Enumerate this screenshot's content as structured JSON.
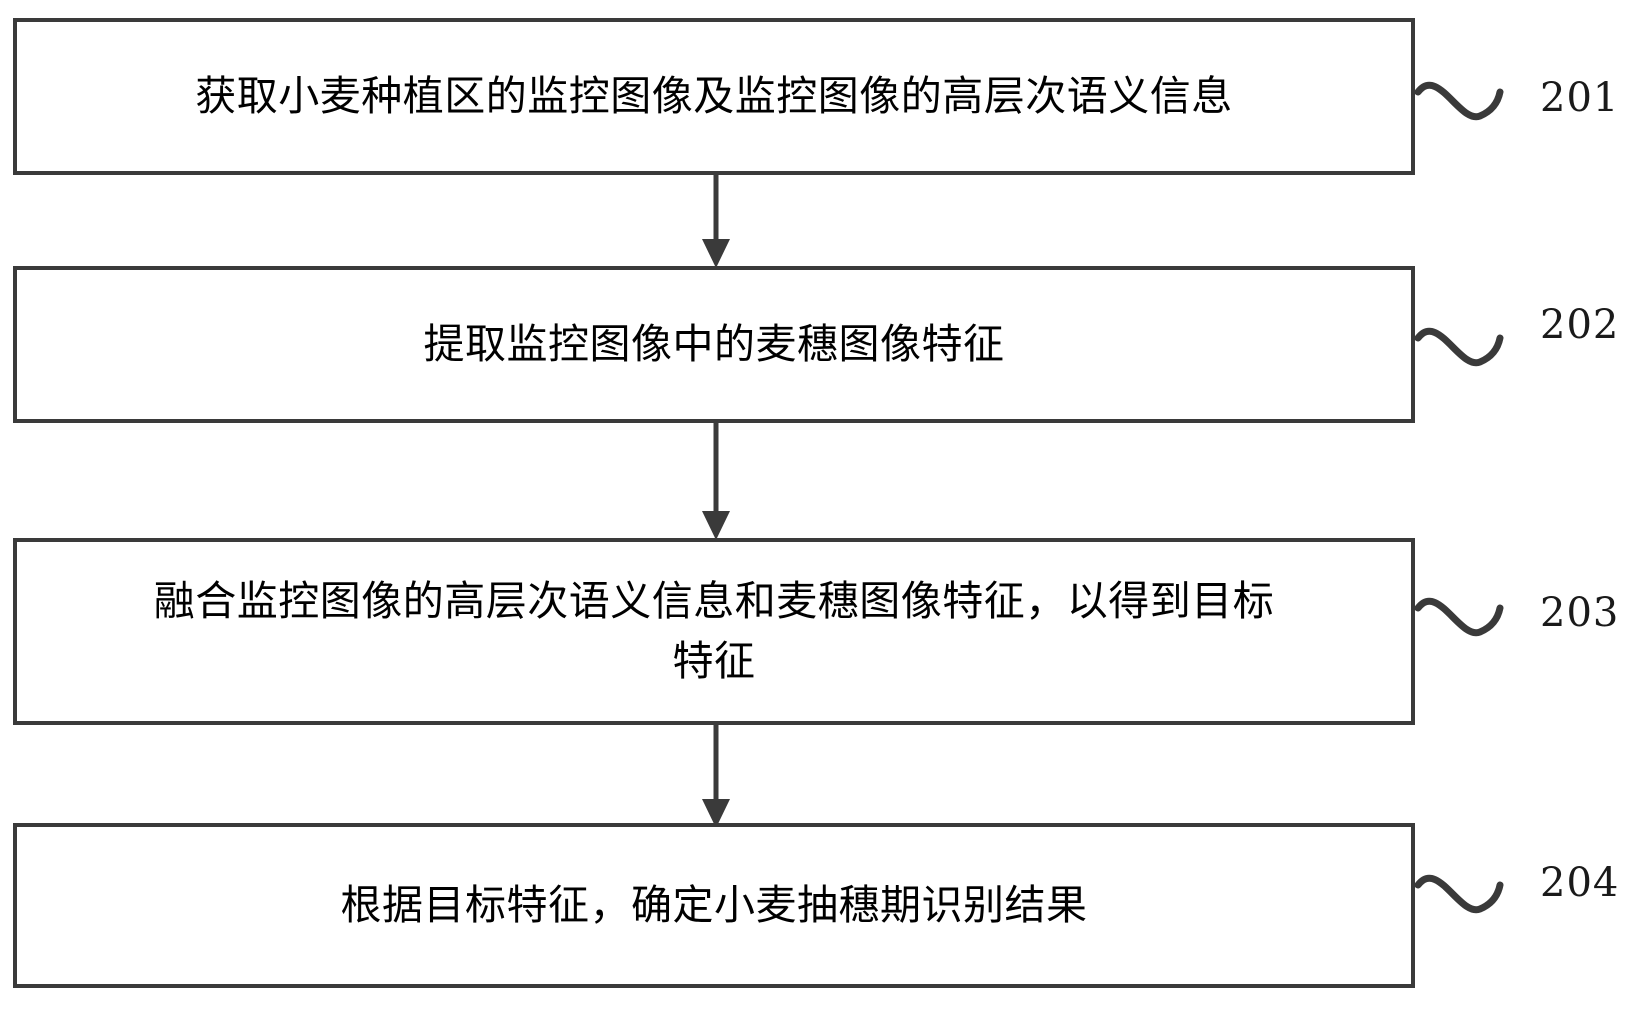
{
  "diagram": {
    "type": "flowchart",
    "orientation": "vertical",
    "background_color": "#ffffff",
    "line_color": "#3a3a3a",
    "text_color": "#000000",
    "steps": [
      {
        "ref": "201",
        "text": "获取小麦种植区的监控图像及监控图像的高层次语义信息",
        "lines": 1
      },
      {
        "ref": "202",
        "text": "提取监控图像中的麦穗图像特征",
        "lines": 1
      },
      {
        "ref": "203",
        "text": "融合监控图像的高层次语义信息和麦穗图像特征，以得到目标\n特征",
        "lines": 2
      },
      {
        "ref": "204",
        "text": "根据目标特征，确定小麦抽穗期识别结果",
        "lines": 1
      }
    ],
    "connectors": [
      {
        "from": "201",
        "to": "202",
        "style": "arrow-down"
      },
      {
        "from": "202",
        "to": "203",
        "style": "arrow-down"
      },
      {
        "from": "203",
        "to": "204",
        "style": "arrow-down"
      }
    ],
    "leaders": [
      {
        "ref": "201",
        "style": "squiggle"
      },
      {
        "ref": "202",
        "style": "squiggle"
      },
      {
        "ref": "203",
        "style": "squiggle"
      },
      {
        "ref": "204",
        "style": "squiggle"
      }
    ]
  }
}
